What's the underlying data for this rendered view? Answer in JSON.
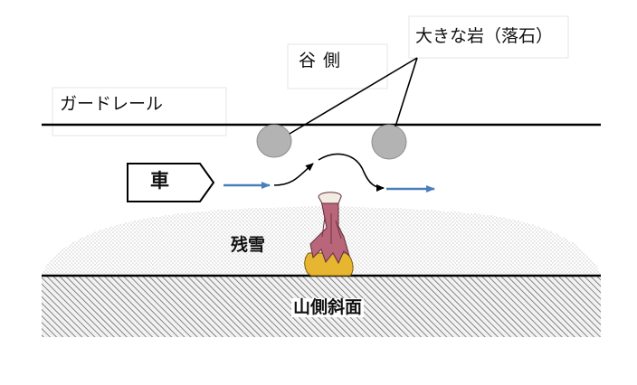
{
  "labels": {
    "guardrail": "ガードレール",
    "valley_side": "谷側",
    "large_rocks": "大きな岩（落石）",
    "car": "車",
    "remaining_snow": "残雪",
    "mountain_slope": "山側斜面"
  },
  "colors": {
    "guardrail_line": "#000000",
    "rock_fill": "#b3b3b3",
    "flow_arrow": "#4a7ebb",
    "stump_fill": "#b9657a",
    "stump_base": "#e6b630",
    "snow_dots": "#8a8a8a",
    "slope_hatch": "#6a6a6a"
  }
}
